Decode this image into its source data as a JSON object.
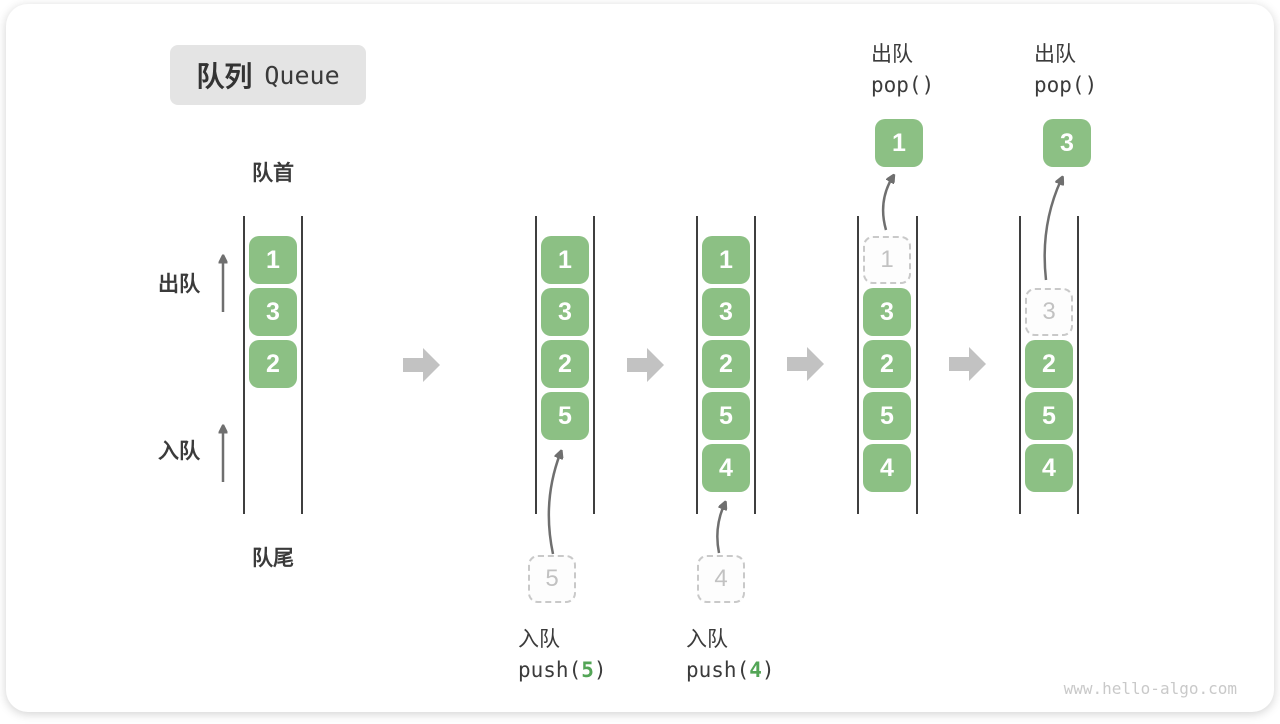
{
  "title": {
    "zh": "队列",
    "en": "Queue"
  },
  "labels": {
    "front": "队首",
    "rear": "队尾",
    "dequeue": "出队",
    "enqueue": "入队"
  },
  "ops": {
    "pop1": {
      "zh": "出队",
      "code": "pop()"
    },
    "pop2": {
      "zh": "出队",
      "code": "pop()"
    },
    "push5": {
      "zh": "入队",
      "pre": "push(",
      "arg": "5",
      "post": ")"
    },
    "push4": {
      "zh": "入队",
      "pre": "push(",
      "arg": "4",
      "post": ")"
    }
  },
  "stages": [
    {
      "cells": [
        "1",
        "3",
        "2"
      ]
    },
    {
      "cells": [
        "1",
        "3",
        "2",
        "5"
      ],
      "incoming": "5"
    },
    {
      "cells": [
        "1",
        "3",
        "2",
        "5",
        "4"
      ],
      "incoming": "4"
    },
    {
      "cells": [
        "3",
        "2",
        "5",
        "4"
      ],
      "ghost": "1",
      "popped": "1"
    },
    {
      "cells": [
        "2",
        "5",
        "4"
      ],
      "ghost": "3",
      "popped": "3"
    }
  ],
  "watermark": "www.hello-algo.com",
  "colors": {
    "cell_green": "#8cc084",
    "code_arg_green": "#53a556",
    "block_arrow_gray": "#c2c2c2",
    "curve_arrow_gray": "#6f6f6f",
    "wall_dark": "#3f3f3f",
    "title_bg": "#e4e4e4"
  }
}
